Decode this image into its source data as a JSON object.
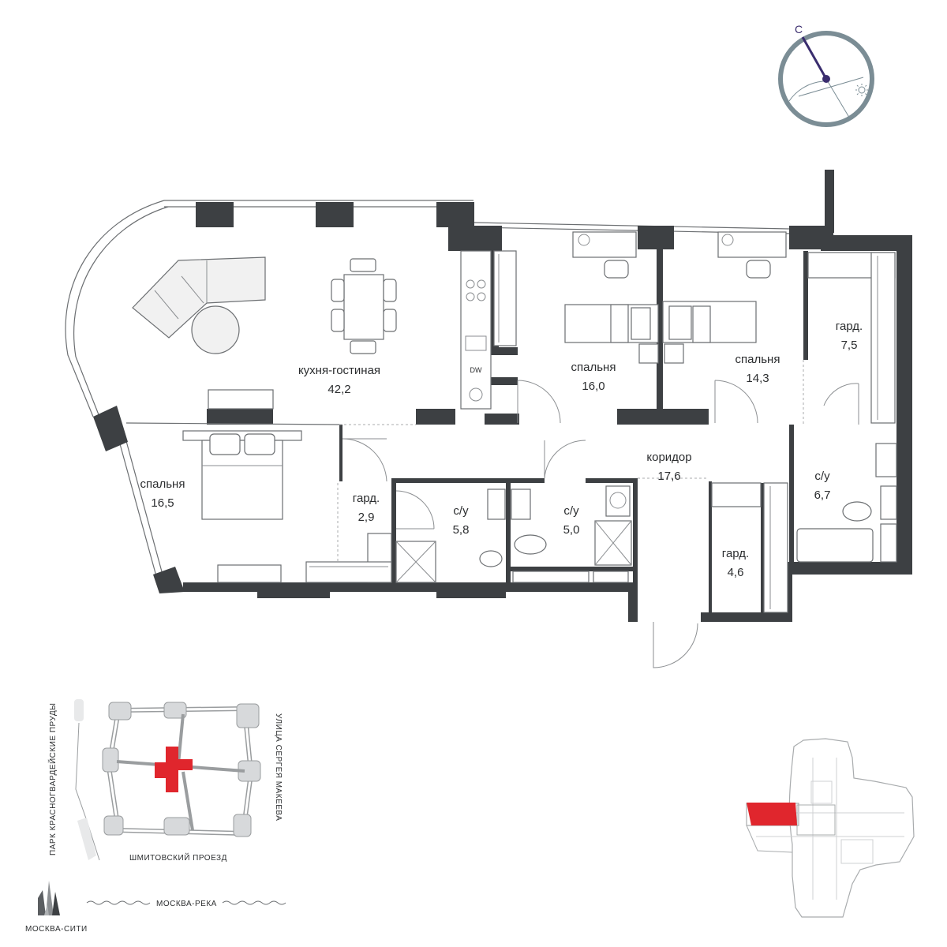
{
  "rooms": [
    {
      "name": "кухня-гостиная",
      "area": "42,2"
    },
    {
      "name": "спальня",
      "area": "16,0"
    },
    {
      "name": "спальня",
      "area": "14,3"
    },
    {
      "name": "гард.",
      "area": "7,5"
    },
    {
      "name": "спальня",
      "area": "16,5"
    },
    {
      "name": "гард.",
      "area": "2,9"
    },
    {
      "name": "с/у",
      "area": "5,8"
    },
    {
      "name": "с/у",
      "area": "5,0"
    },
    {
      "name": "коридор",
      "area": "17,6"
    },
    {
      "name": "с/у",
      "area": "6,7"
    },
    {
      "name": "гард.",
      "area": "4,6"
    }
  ],
  "appliance": {
    "dishwasher": "DW"
  },
  "compass": {
    "north_letter": "С",
    "north_icon": "compass-icon",
    "sun_icon": "sun-icon"
  },
  "site_map": {
    "left_label": "ПАРК КРАСНОГВАРДЕЙСКИЕ ПРУДЫ",
    "right_label": "УЛИЦА СЕРГЕЯ МАКЕЕВА",
    "bottom_label": "ШМИТОВСКИЙ ПРОЕЗД",
    "river_label": "МОСКВА-РЕКА",
    "city_label": "МОСКВА-СИТИ",
    "highlight_color": "#e0262d"
  },
  "colors": {
    "wall": "#3d4043",
    "compass": "#7b8d95",
    "accent": "#3a2d6e",
    "highlight": "#e0262d"
  }
}
